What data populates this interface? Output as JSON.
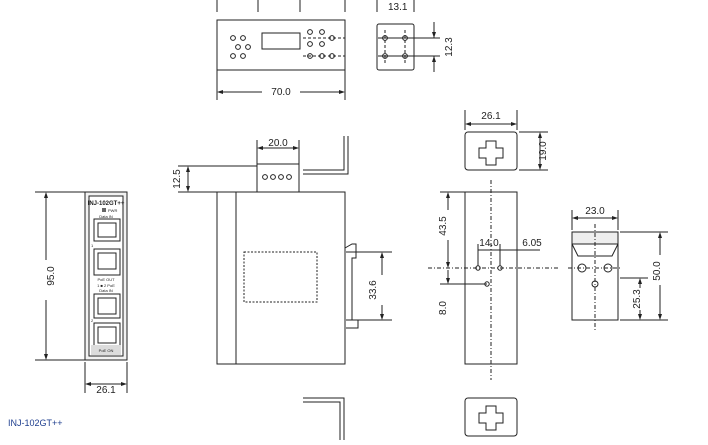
{
  "caption": "INJ-102GT++",
  "dimensions": {
    "top_partial": "13.1",
    "top_height": "12.3",
    "top_width": "70.0",
    "side_width": "20.0",
    "side_offset": "12.5",
    "front_height": "95.0",
    "front_width": "26.1",
    "label_height": "33.6",
    "rail_width": "26.1",
    "rail_height": "19.0",
    "rear_upper": "43.5",
    "rear_hole_spacing": "14.0",
    "rear_hole_offset": "6.05",
    "rear_lower": "8.0",
    "clip_width": "23.0",
    "clip_height": "50.0",
    "clip_lower": "25.3"
  },
  "front_panel": {
    "title": "INJ-102GT++",
    "pwr": "PWR",
    "data_in_1": "Data IN",
    "poe_out": "PoE OUT",
    "poe_legend": "1 ■ 2 PoE",
    "data_in_2": "Data IN",
    "port_1": "1",
    "port_2": "2",
    "footer": "PoE ON"
  },
  "colors": {
    "line": "#222222",
    "panel": "#f2f2f2",
    "port": "#ffffff",
    "caption": "#1f3f8f"
  }
}
